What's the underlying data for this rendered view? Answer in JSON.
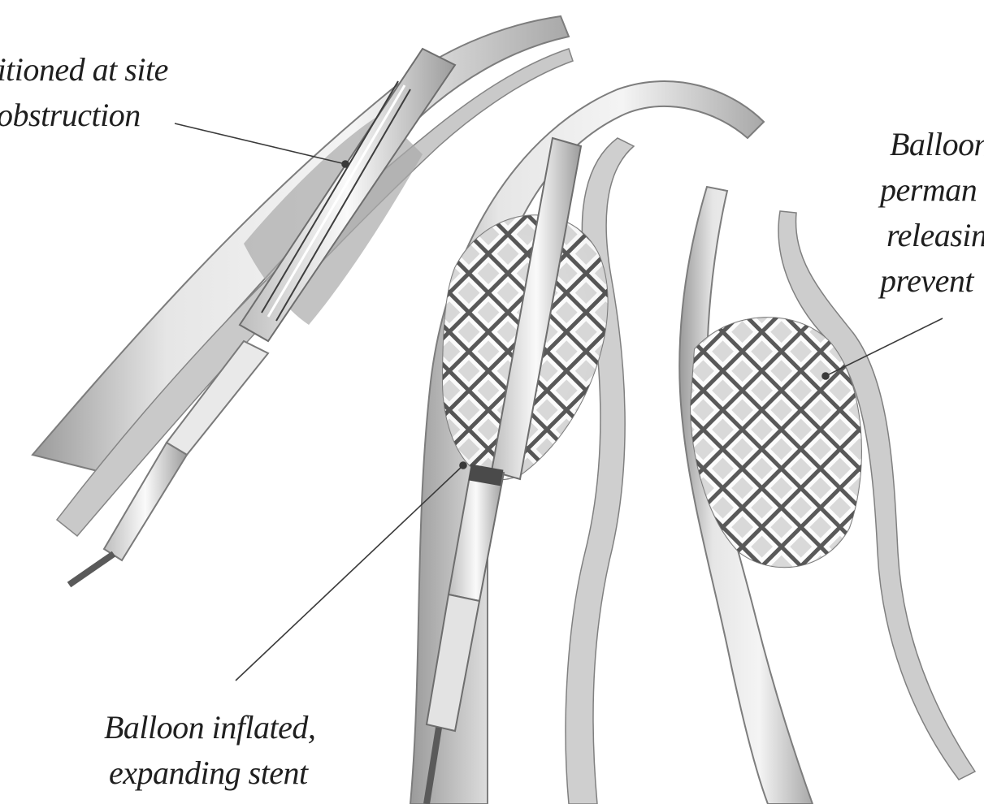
{
  "labels": {
    "stent_positioned": {
      "line1": "ositioned at site",
      "line2": "obstruction"
    },
    "balloon_inflated": {
      "line1": "Balloon inflated,",
      "line2": "expanding stent"
    },
    "balloon_removed": {
      "line1": "Balloon",
      "line2": "perman",
      "line3": "releasin",
      "line4": "prevent"
    }
  },
  "colors": {
    "ink": "#1f1f1f",
    "vessel_wall": "#8a8a8a",
    "vessel_fill": "#d9d9d9",
    "stent_strut": "#ffffff",
    "catheter": "#ededed"
  }
}
